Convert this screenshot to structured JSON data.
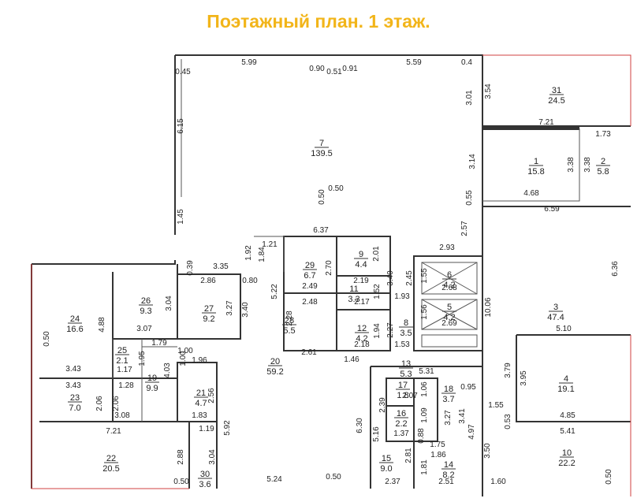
{
  "title": "Поэтажный план. 1 этаж.",
  "rooms": [
    {
      "num": "7",
      "area": "139.5"
    },
    {
      "num": "31",
      "area": "24.5"
    },
    {
      "num": "1",
      "area": "15.8"
    },
    {
      "num": "2",
      "area": "5.8"
    },
    {
      "num": "29",
      "area": "6.7"
    },
    {
      "num": "9",
      "area": "4.4"
    },
    {
      "num": "11",
      "area": "3.3"
    },
    {
      "num": "28",
      "area": "5.5"
    },
    {
      "num": "12",
      "area": "4.2"
    },
    {
      "num": "8",
      "area": "3.5"
    },
    {
      "num": "6",
      "area": "4.2"
    },
    {
      "num": "5",
      "area": "4.2"
    },
    {
      "num": "3",
      "area": "47.4"
    },
    {
      "num": "24",
      "area": "16.6"
    },
    {
      "num": "26",
      "area": "9.3"
    },
    {
      "num": "27",
      "area": "9.2"
    },
    {
      "num": "25",
      "area": "2.1"
    },
    {
      "num": "19",
      "area": "9.9"
    },
    {
      "num": "20",
      "area": "59.2"
    },
    {
      "num": "13",
      "area": "5.3"
    },
    {
      "num": "17",
      "area": "1.8"
    },
    {
      "num": "18",
      "area": "3.7"
    },
    {
      "num": "16",
      "area": "2.2"
    },
    {
      "num": "4",
      "area": "19.1"
    },
    {
      "num": "23",
      "area": "7.0"
    },
    {
      "num": "21",
      "area": "4.7"
    },
    {
      "num": "22",
      "area": "20.5"
    },
    {
      "num": "30",
      "area": "3.6"
    },
    {
      "num": "15",
      "area": "9.0"
    },
    {
      "num": "14",
      "area": "8.2"
    },
    {
      "num": "10",
      "area": "22.2"
    }
  ],
  "dimensions": {
    "h": [
      "5.99",
      "0.90",
      "0.51",
      "0.91",
      "5.59",
      "0.45",
      "0.4",
      "7.21",
      "1.73",
      "0.50",
      "4.68",
      "6.59",
      "6.37",
      "1.21",
      "2.93",
      "3.35",
      "0.80",
      "2.86",
      "2.49",
      "2.19",
      "2.48",
      "2.17",
      "1.93",
      "2.68",
      "2.69",
      "5.10",
      "3.07",
      "1.79",
      "2.61",
      "2.18",
      "1.53",
      "1.46",
      "5.31",
      "3.43",
      "1.17",
      "1.96",
      "1.00",
      "2.07",
      "0.95",
      "1.55",
      "3.43",
      "1.28",
      "1.83",
      "3.08",
      "7.21",
      "1.19",
      "1.37",
      "1.75",
      "1.86",
      "4.85",
      "5.41",
      "5.24",
      "0.50",
      "2.37",
      "2.51",
      "1.60",
      "0.50"
    ],
    "v": [
      "6.15",
      "1.45",
      "3.01",
      "3.54",
      "3.14",
      "3.38",
      "3.38",
      "0.50",
      "0.55",
      "2.57",
      "1.92",
      "1.84",
      "0.39",
      "2.70",
      "2.01",
      "3.40",
      "5.22",
      "1.52",
      "2.45",
      "1.55",
      "6.36",
      "3.04",
      "3.27",
      "3.40",
      "2.28",
      "1.94",
      "2.27",
      "1.56",
      "10.06",
      "0.50",
      "4.88",
      "1.95",
      "4.03",
      "1.00",
      "2.56",
      "3.79",
      "3.95",
      "2.06",
      "2.06",
      "2.39",
      "1.06",
      "1.09",
      "3.27",
      "3.41",
      "0.53",
      "5.92",
      "6.30",
      "5.16",
      "0.88",
      "4.97",
      "2.88",
      "3.04",
      "2.81",
      "1.81",
      "3.50",
      "0.50"
    ]
  }
}
